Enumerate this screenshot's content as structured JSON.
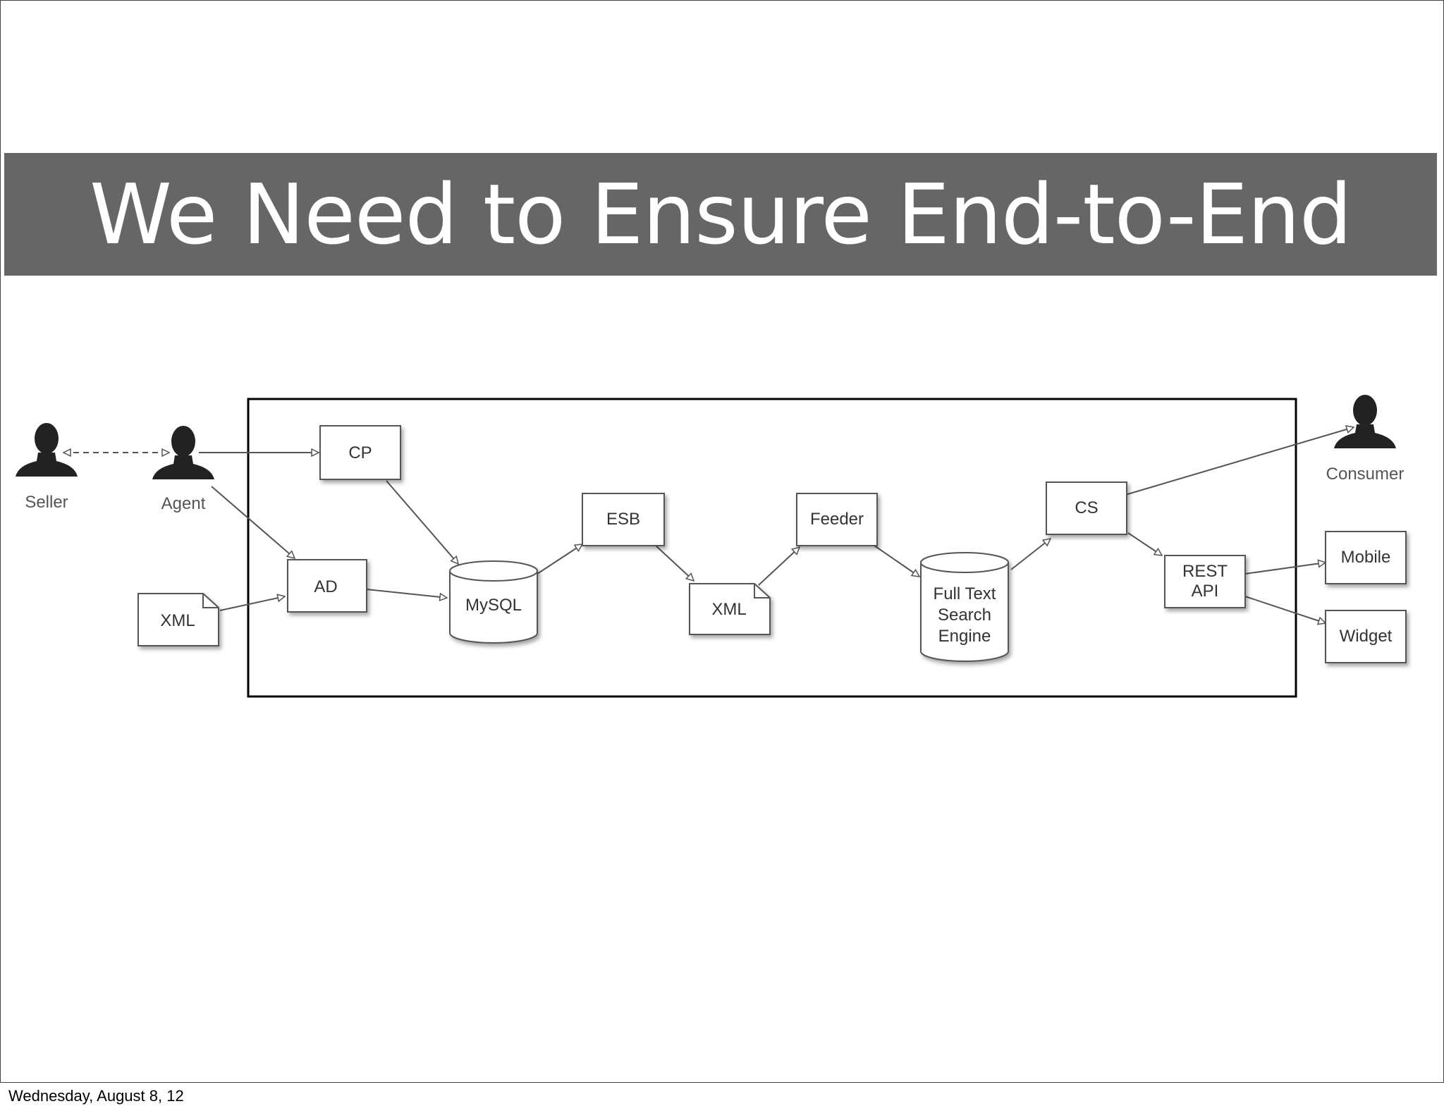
{
  "slide": {
    "title": "We Need to Ensure End-to-End",
    "footer_date": "Wednesday, August 8, 12"
  },
  "diagram": {
    "people": {
      "seller": "Seller",
      "agent": "Agent",
      "consumer": "Consumer"
    },
    "nodes": {
      "cp": "CP",
      "ad": "AD",
      "xml_in": "XML",
      "mysql": "MySQL",
      "esb": "ESB",
      "xml_out": "XML",
      "feeder": "Feeder",
      "search_line1": "Full Text",
      "search_line2": "Search",
      "search_line3": "Engine",
      "cs": "CS",
      "rest_line1": "REST",
      "rest_line2": "API",
      "mobile": "Mobile",
      "widget": "Widget"
    },
    "colors": {
      "title_band": "#666666",
      "title_text": "#ffffff",
      "node_stroke": "#555555",
      "node_fill": "#ffffff",
      "edge": "#555555",
      "person": "#222222",
      "highlight_box": "#000000"
    }
  }
}
